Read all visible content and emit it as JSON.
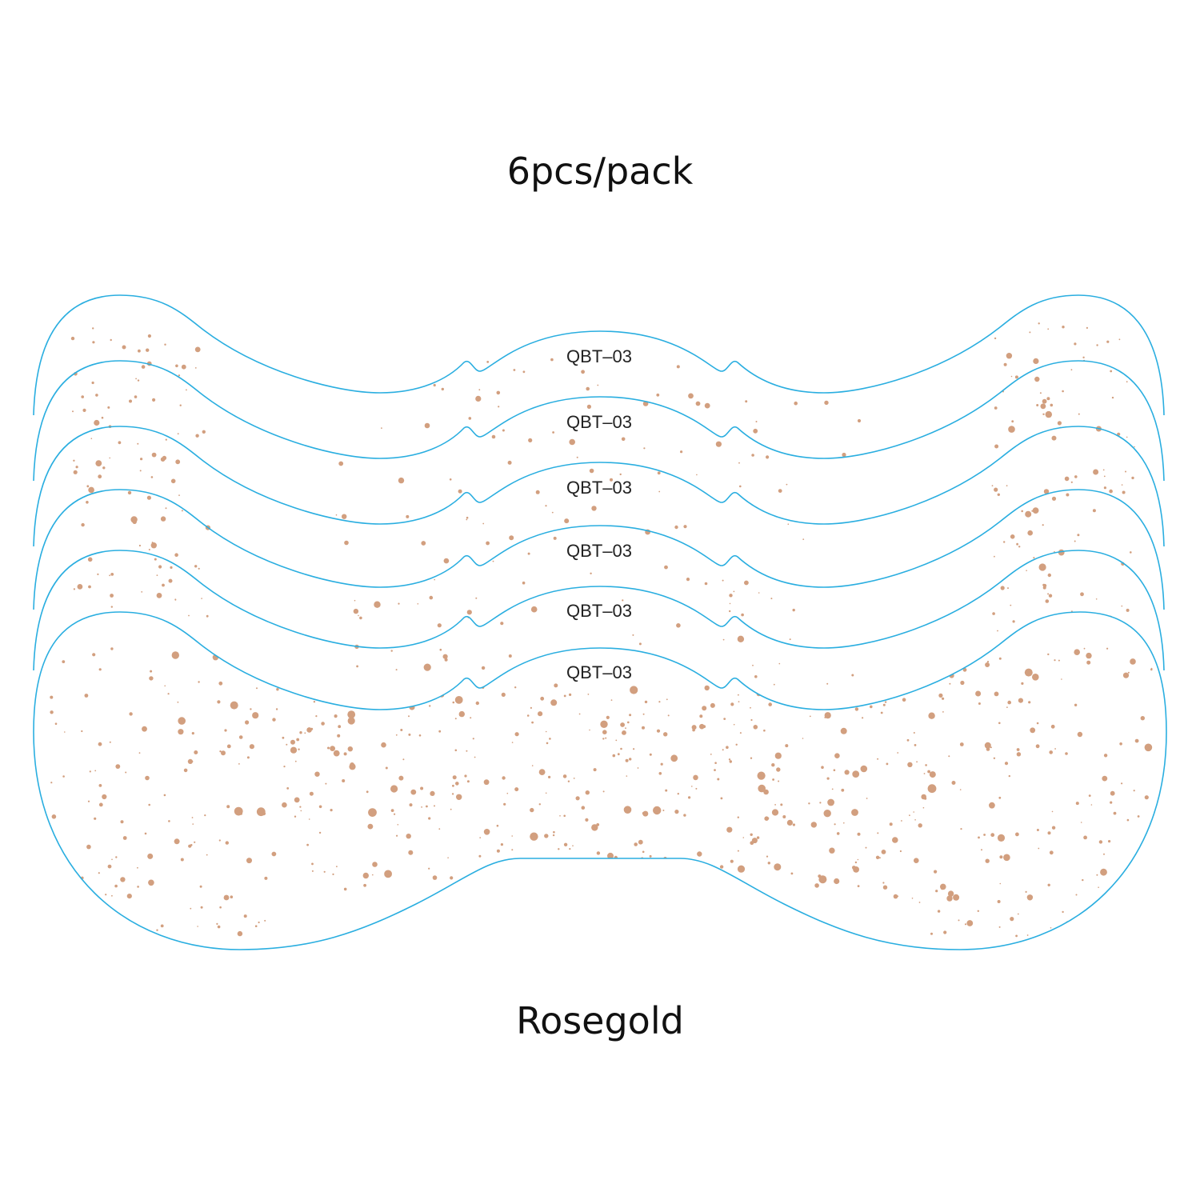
{
  "title": "6pcs/pack",
  "caption": "Rosegold",
  "patch_code": "QBT–03",
  "patch_count": 6,
  "colors": {
    "outline": "#2aaee0",
    "dots": "#d29f7f",
    "text": "#111111",
    "background": "#ffffff"
  }
}
